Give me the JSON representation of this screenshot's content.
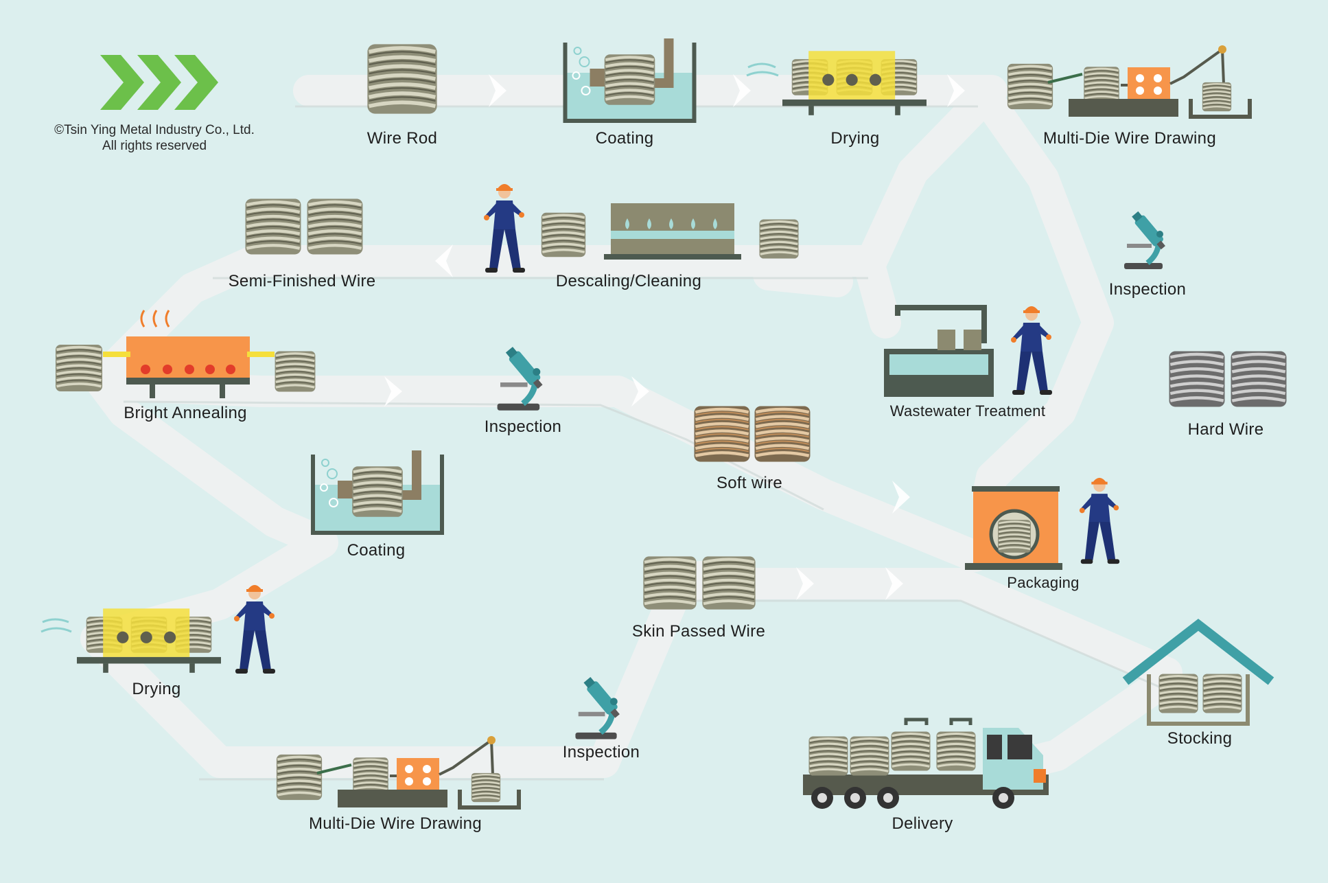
{
  "copyright": {
    "line1": "©Tsin Ying Metal Industry Co., Ltd.",
    "line2": "All rights reserved",
    "logo": "triple-chevron-logo"
  },
  "colors": {
    "background": "#dcefee",
    "path": "#eef1f1",
    "logo_green": "#6cc04a",
    "furnace_orange": "#f7954a",
    "dryer_yellow": "#f5df3c",
    "water": "#a8dbd8",
    "teal": "#3fa0a6",
    "worker_blue": "#243a84",
    "machine_dark": "#565a4d"
  },
  "stages": {
    "wire_rod": "Wire Rod",
    "coating_1": "Coating",
    "drying_1": "Drying",
    "multi_die_1": "Multi-Die Wire Drawing",
    "semi_finished": "Semi-Finished Wire",
    "descaling": "Descaling/Cleaning",
    "inspection_1": "Inspection",
    "wastewater": "Wastewater Treatment",
    "bright_annealing": "Bright Annealing",
    "inspection_2": "Inspection",
    "hard_wire": "Hard Wire",
    "soft_wire": "Soft wire",
    "coating_2": "Coating",
    "packaging": "Packaging",
    "skin_passed": "Skin Passed Wire",
    "drying_2": "Drying",
    "stocking": "Stocking",
    "inspection_3": "Inspection",
    "delivery": "Delivery",
    "multi_die_2": "Multi-Die Wire Drawing"
  }
}
